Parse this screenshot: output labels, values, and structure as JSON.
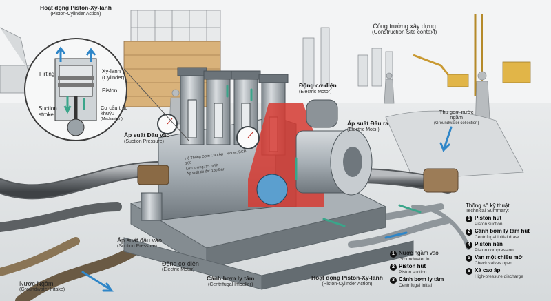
{
  "callouts": {
    "piston_action_top": {
      "vi": "Hoạt động Piston-Xy-lanh",
      "en": "(Piston-Cylinder Action)"
    },
    "construction_site": {
      "vi": "Công trường xây dựng",
      "en": "(Construction Site context)"
    },
    "electric_motor_top": {
      "vi": "Động cơ điện",
      "en": "(Electric Motor)"
    },
    "groundwater_collection": {
      "vi": "Thu gom nước ngầm",
      "en": "(Groundwater collection)"
    },
    "suction_pressure_upper": {
      "vi": "Áp suất Đầu vào",
      "en": "(Suction Pressure)"
    },
    "discharge_pressure": {
      "vi": "Áp suất Đầu ra",
      "en": "(Electric Motsı)"
    },
    "suction_pressure_lower": {
      "vi": "Áp suất đầu vào",
      "en": "(Suction Pressure)"
    },
    "electric_motor_bottom": {
      "vi": "Động cơ điện",
      "en": "(Electric Motor)"
    },
    "groundwater_intake": {
      "vi": "Nước Ngầm",
      "en": "(Groundwater Intake)"
    },
    "centrifugal_impeller": {
      "vi": "Cánh bơm ly tâm",
      "en": "(Centrifugal Impeller)"
    },
    "piston_action_bottom": {
      "vi": "Hoạt động Piston-Xy-lanh",
      "en": "(Piston-Cylinder Action)"
    }
  },
  "inset": {
    "firting": "Firting",
    "cylinder_vi": "Xy-lanh",
    "cylinder_en": "(Cylinder)",
    "piston": "Piston",
    "suction_stroke_1": "Suction",
    "suction_stroke_2": "stroke",
    "crank_vi_1": "Cơ cấu trục",
    "crank_vi_2": "khuỷu",
    "crank_en": "(Mechanism)"
  },
  "nameplate": {
    "line1": "Hệ Thống Bơm Cao Áp - Model: BCP-200",
    "line2": "Lưu lượng: 15 m³/h",
    "line3": "Áp suất tối đa: 180 Bar"
  },
  "legend": [
    {
      "n": "1",
      "vi": "Nước ngầm vào",
      "en": "Groundwater in"
    },
    {
      "n": "2",
      "vi": "Piston hút",
      "en": "Piston suction"
    },
    {
      "n": "3",
      "vi": "Cánh bơm ly tâm",
      "en": "Centrifugal initial"
    }
  ],
  "summary": {
    "title_vi": "Thông số kỹ thuật",
    "title_en": "Technical Summary:",
    "items": [
      {
        "n": "1",
        "vi": "Piston hút",
        "en": "Piston suction"
      },
      {
        "n": "2",
        "vi": "Cánh bơm ly tâm hút",
        "en": "Centrifugal initial draw"
      },
      {
        "n": "4",
        "vi": "Piston nén",
        "en": "Piston compression"
      },
      {
        "n": "5",
        "vi": "Van một chiều mở",
        "en": "Check valves open"
      },
      {
        "n": "6",
        "vi": "Xả cao áp",
        "en": "High-pressure discharge"
      }
    ]
  },
  "colors": {
    "water": "#2f86c8",
    "flow": "#3aa58a",
    "cutaway": "#d63b33",
    "steel": "#9aa3aa",
    "rust": "#8a6a45"
  }
}
